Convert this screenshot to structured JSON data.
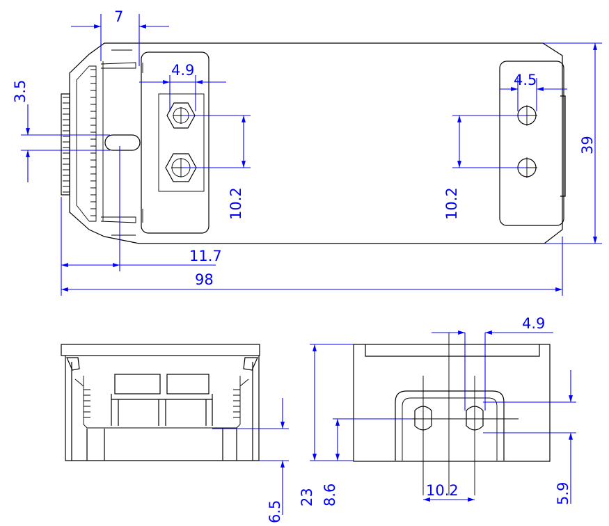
{
  "colors": {
    "background": "#ffffff",
    "outline": "#000000",
    "dimension": "#0000ff"
  },
  "dimensions": {
    "top_view": {
      "clamp_width": "7",
      "slot_offset": "3.5",
      "bolt_span_left": "4.9",
      "bolt_pitch_left": "10.2",
      "bolt_span_right": "4.5",
      "bolt_pitch_right": "10.2",
      "height": "39",
      "slot_position": "11.7",
      "overall_length": "98"
    },
    "front_view": {
      "base_offset": "6.5"
    },
    "side_view": {
      "hole_span": "4.9",
      "total_height": "23",
      "hole_height": "8.6",
      "hole_pitch": "10.2",
      "hole_offset": "5.9"
    }
  }
}
